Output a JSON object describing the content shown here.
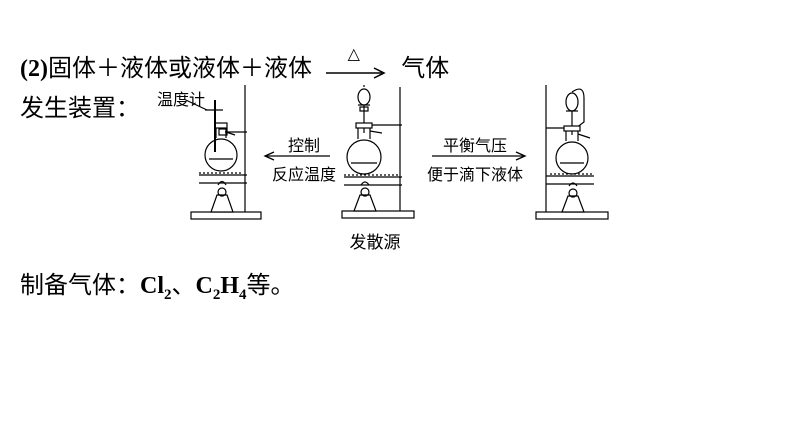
{
  "line1": {
    "index": "(2)",
    "reactants": "固体＋液体或液体＋液体",
    "condition": "△",
    "product": "气体"
  },
  "line2": {
    "label": "发生装置："
  },
  "diagram": {
    "thermometer_label": "温度计",
    "left_arrow_text1": "控制",
    "left_arrow_text2": "反应温度",
    "center_label": "发散源",
    "right_arrow_text1": "平衡气压",
    "right_arrow_text2": "便于滴下液体"
  },
  "line3": {
    "prefix": "制备气体：",
    "gas1_base": "Cl",
    "gas1_sub": "2",
    "sep": "、",
    "gas2_c": "C",
    "gas2_c_sub": "2",
    "gas2_h": "H",
    "gas2_h_sub": "4",
    "suffix": "等。"
  }
}
